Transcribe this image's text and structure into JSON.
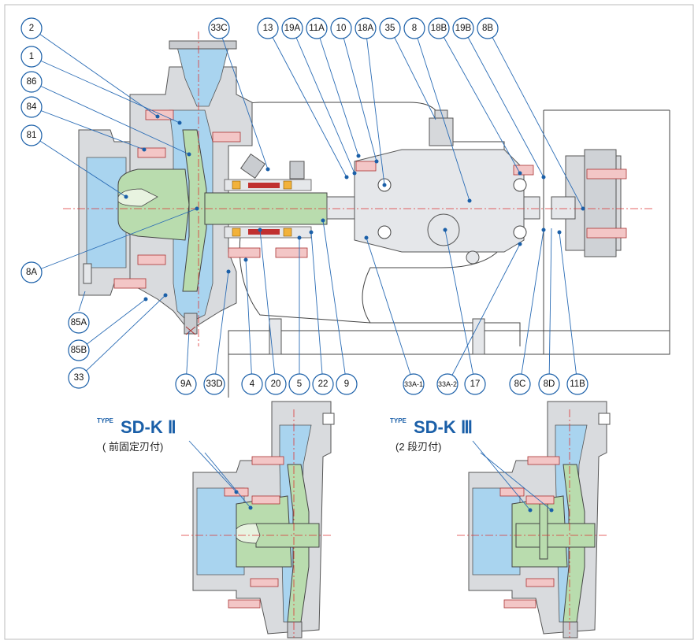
{
  "main_callouts": [
    "2",
    "1",
    "86",
    "84",
    "81",
    "8A",
    "85A",
    "85B",
    "33",
    "33C",
    "13",
    "19A",
    "11A",
    "10",
    "18A",
    "35",
    "8",
    "18B",
    "19B",
    "8B",
    "9A",
    "33D",
    "4",
    "20",
    "5",
    "22",
    "9",
    "33A-1",
    "33A-2",
    "17",
    "8C",
    "8D",
    "11B"
  ],
  "variant_left": {
    "type_prefix": "TYPE",
    "type_name": "SD-K Ⅱ",
    "subtitle": "( 前固定刃付)"
  },
  "variant_right": {
    "type_prefix": "TYPE",
    "type_name": "SD-K Ⅲ",
    "subtitle": "(2 段刃付)"
  },
  "colors": {
    "fluid": "#a9d4ef",
    "rotor": "#b9dcae",
    "bolt": "#f3c6c6",
    "callout": "#1a5fa8",
    "centerline": "#d33333"
  }
}
